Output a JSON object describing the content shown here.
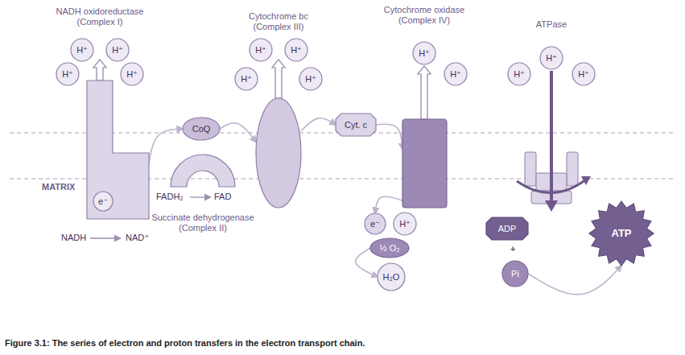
{
  "diagram": {
    "caption": "Figure 3.1: The series of electron and proton transfers in the electron transport chain.",
    "nodes": [
      {
        "text": [
          "NADH oxidoreductase (Complex I)"
        ]
      },
      {
        "text": [
          "e⁻"
        ],
        "in": 0
      },
      {
        "text": [
          "H⁺"
        ]
      },
      {
        "text": [
          "H⁺"
        ]
      },
      {
        "text": [
          "H⁺"
        ]
      },
      {
        "text": [
          "H⁺"
        ]
      },
      {
        "text": [
          "CoQ"
        ]
      },
      {
        "text": [
          "Succinate dehydrogenase (Complex II)"
        ]
      },
      {
        "text": [
          "Cytochrome bc (Complex III)"
        ]
      },
      {
        "text": [
          "H⁺"
        ]
      },
      {
        "text": [
          "H⁺"
        ]
      },
      {
        "text": [
          "H⁺"
        ]
      },
      {
        "text": [
          "H⁺"
        ]
      },
      {
        "text": [
          "Cyt. c"
        ]
      },
      {
        "text": [
          "Cytochrome oxidase (Complex IV)"
        ]
      },
      {
        "text": [
          "H⁺"
        ]
      },
      {
        "text": [
          "H⁺"
        ]
      },
      {
        "text": [
          "ATPase"
        ]
      },
      {
        "text": [
          "H⁺"
        ]
      },
      {
        "text": [
          "H⁺"
        ]
      },
      {
        "text": [
          "H⁺"
        ]
      },
      {
        "text": [
          "e⁻"
        ]
      },
      {
        "text": [
          "H⁺"
        ]
      },
      {
        "text": [
          "½ O₂"
        ]
      },
      {
        "text": [
          "H₂O"
        ]
      },
      {
        "text": [
          "ADP"
        ]
      },
      {
        "text": [
          "Pi"
        ]
      },
      {
        "text": [
          "ATP"
        ]
      }
    ],
    "edges": [
      {
        "from": 0,
        "to": 6,
        "arrow": "to"
      },
      {
        "from": 6,
        "to": 8,
        "arrow": "to"
      },
      {
        "from": 8,
        "to": 13,
        "arrow": "to"
      },
      {
        "from": 13,
        "to": 14,
        "arrow": "to"
      },
      {
        "from": 14,
        "to": 21,
        "arrow": "to"
      },
      {
        "from": 23,
        "to": 24,
        "arrow": "to"
      },
      {
        "from": 26,
        "to": 27,
        "arrow": "to"
      }
    ],
    "labels": [
      "MATRIX",
      "NADH",
      "NAD⁺",
      "FADH₂",
      "FAD",
      "+"
    ]
  }
}
